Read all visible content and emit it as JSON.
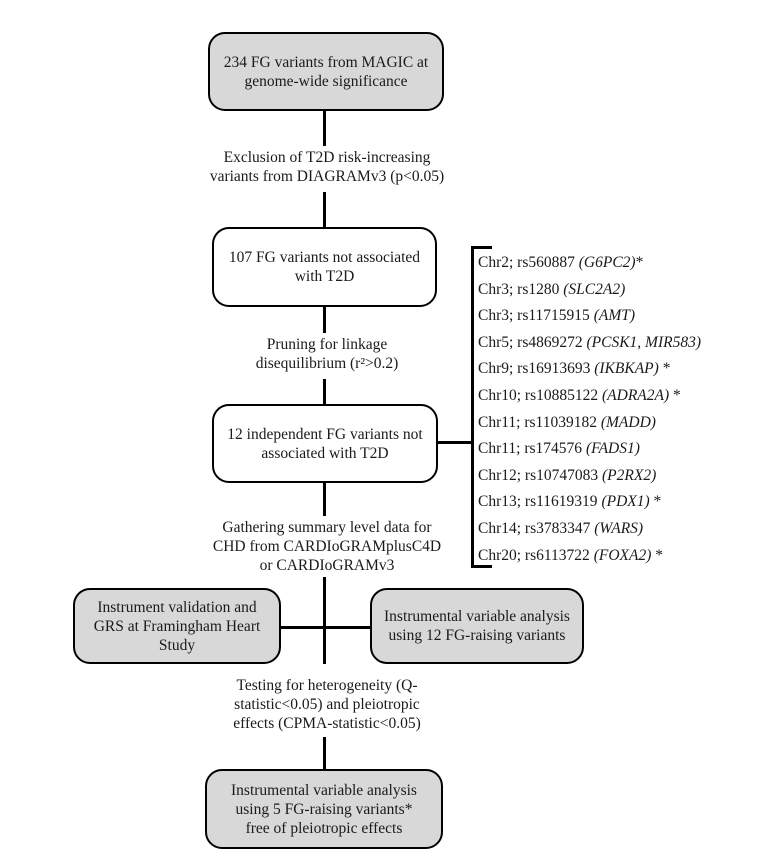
{
  "colors": {
    "box_fill_grey": "#d8d8d8",
    "box_fill_white": "#ffffff",
    "line_color": "#000000"
  },
  "boxes": {
    "magic": {
      "lines": [
        "234 FG variants from MAGIC at",
        "genome-wide significance"
      ]
    },
    "fg107": {
      "lines": [
        "107 FG variants not associated",
        "with T2D"
      ]
    },
    "fg12": {
      "lines": [
        "12 independent FG variants not",
        "associated with T2D"
      ]
    },
    "framingham": {
      "lines": [
        "Instrument validation and",
        "GRS at Framingham Heart",
        "Study"
      ]
    },
    "iv12": {
      "lines": [
        "Instrumental variable analysis",
        "using 12 FG-raising variants"
      ]
    },
    "iv5": {
      "lines": [
        "Instrumental variable analysis",
        "using 5 FG-raising variants*",
        "free of pleiotropic effects"
      ]
    }
  },
  "steps": {
    "exclusion": {
      "lines": [
        "Exclusion of T2D risk-increasing",
        "variants from DIAGRAMv3 (p<0.05)"
      ]
    },
    "pruning": {
      "lines": [
        "Pruning for linkage",
        "disequilibrium (r²>0.2)"
      ]
    },
    "gathering": {
      "lines": [
        "Gathering summary level data for",
        "CHD from CARDIoGRAMplusC4D",
        "or CARDIoGRAMv3"
      ]
    },
    "testing": {
      "lines": [
        "Testing for heterogeneity (Q-",
        "statistic<0.05) and pleiotropic",
        "effects (CPMA-statistic<0.05)"
      ]
    }
  },
  "variants": {
    "items": [
      {
        "prefix": "Chr2; rs560887 ",
        "gene": "(G6PC2)",
        "suffix": "*"
      },
      {
        "prefix": "Chr3; rs1280 ",
        "gene": "(SLC2A2)",
        "suffix": ""
      },
      {
        "prefix": "Chr3; rs11715915 ",
        "gene": "(AMT)",
        "suffix": ""
      },
      {
        "prefix": "Chr5; rs4869272 ",
        "gene": "(PCSK1, MIR583)",
        "suffix": ""
      },
      {
        "prefix": "Chr9; rs16913693 ",
        "gene": "(IKBKAP)",
        "suffix": " *"
      },
      {
        "prefix": "Chr10; rs10885122 ",
        "gene": "(ADRA2A)",
        "suffix": " *"
      },
      {
        "prefix": "Chr11; rs11039182 ",
        "gene": "(MADD)",
        "suffix": ""
      },
      {
        "prefix": "Chr11; rs174576 ",
        "gene": "(FADS1)",
        "suffix": ""
      },
      {
        "prefix": "Chr12; rs10747083 ",
        "gene": "(P2RX2)",
        "suffix": ""
      },
      {
        "prefix": "Chr13; rs11619319 ",
        "gene": "(PDX1)",
        "suffix": " *"
      },
      {
        "prefix": "Chr14; rs3783347 ",
        "gene": "(WARS)",
        "suffix": ""
      },
      {
        "prefix": "Chr20; rs6113722 ",
        "gene": "(FOXA2)",
        "suffix": " *"
      }
    ]
  }
}
